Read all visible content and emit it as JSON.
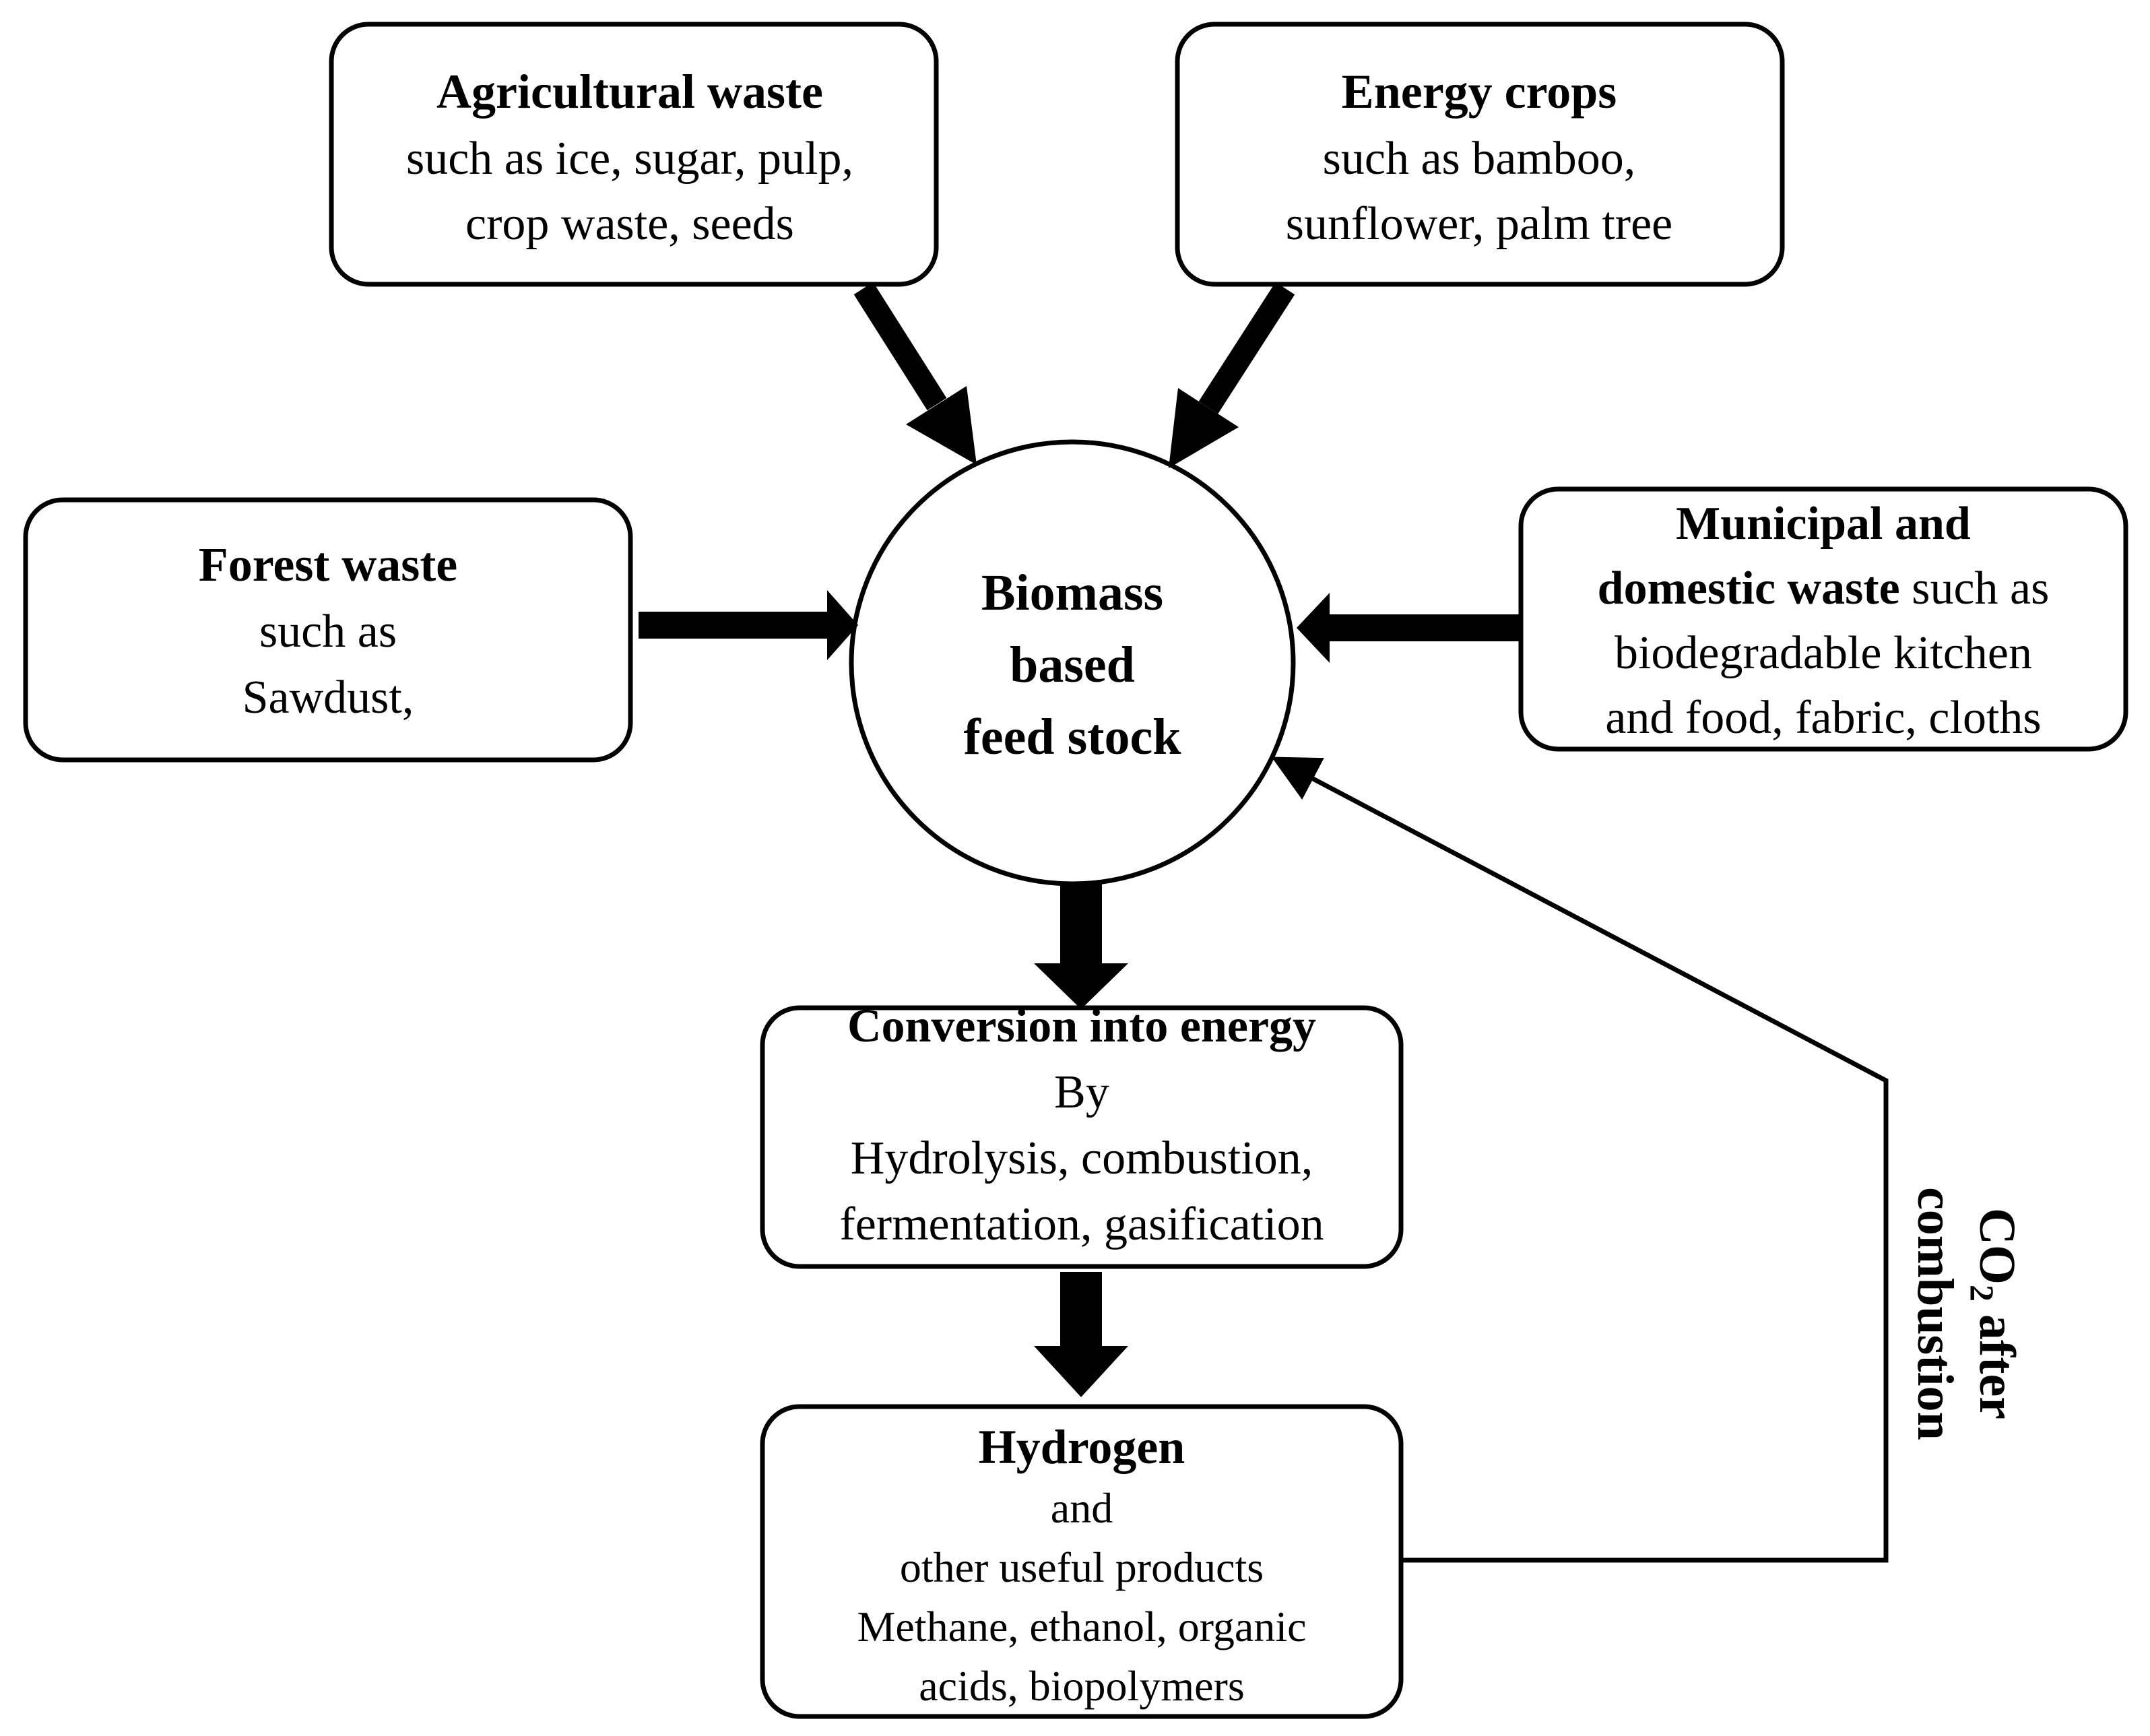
{
  "nodes": {
    "agricultural": {
      "title": "Agricultural  waste",
      "lines": [
        "such as ice,  sugar,  pulp,",
        "crop waste,  seeds"
      ]
    },
    "energy_crops": {
      "title": "Energy crops",
      "lines": [
        "such as bamboo,",
        "sunflower,  palm tree"
      ]
    },
    "forest": {
      "title": "Forest waste",
      "lines": [
        "such as",
        "Sawdust,"
      ]
    },
    "municipal": {
      "title_line1": "Municipal and",
      "title_line2": "domestic waste",
      "line2_suffix": " such as",
      "lines": [
        "biodegradable  kitchen",
        "and food,  fabric,  cloths"
      ]
    },
    "biomass": {
      "lines": [
        "Biomass",
        "based",
        "feed stock"
      ]
    },
    "conversion": {
      "title": "Conversion into energy",
      "lines": [
        "By",
        "Hydrolysis,  combustion,",
        "fermentation,  gasification"
      ]
    },
    "hydrogen": {
      "title": "Hydrogen",
      "lines": [
        "and",
        "other useful products",
        "Methane, ethanol, organic",
        "acids, biopolymers"
      ]
    }
  },
  "feedback": {
    "label_part1": "CO",
    "label_sub": "2",
    "label_part2": " after",
    "label_line2": "combustion"
  },
  "colors": {
    "stroke": "#000000",
    "background": "#ffffff"
  }
}
